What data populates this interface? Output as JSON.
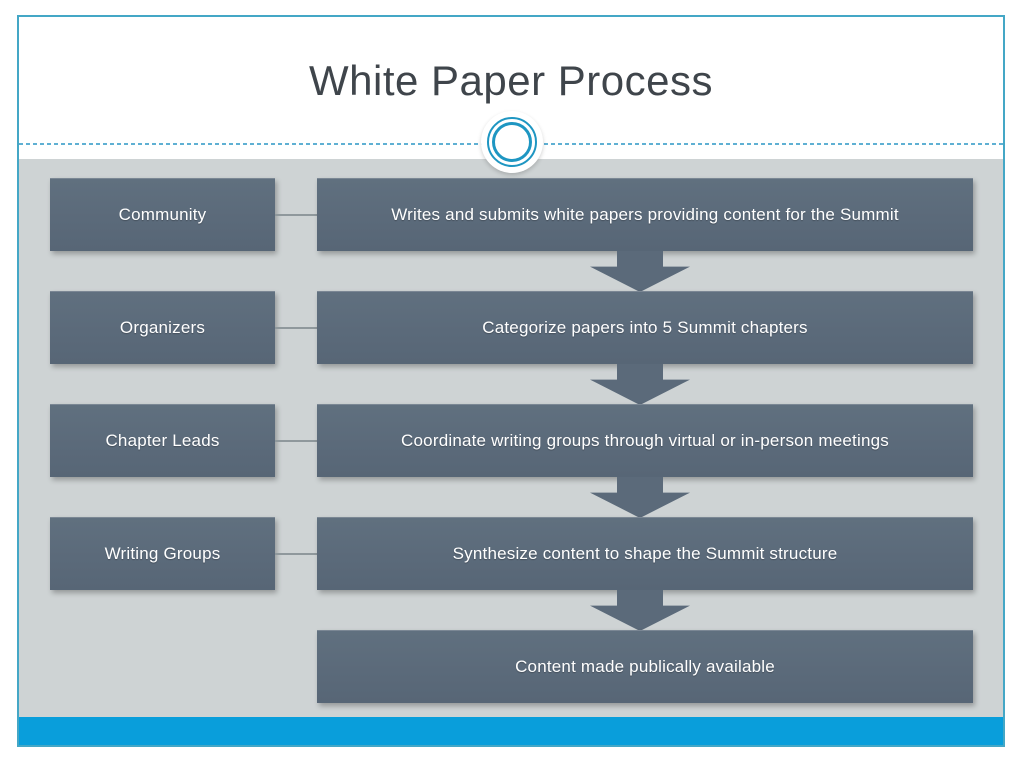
{
  "slide": {
    "title": "White Paper Process"
  },
  "theme": {
    "frame_border_color": "#44a7c6",
    "header_bg": "#ffffff",
    "body_bg": "#ced3d4",
    "footer_bar_color": "#099edb",
    "box_fill": "#5b6a7a",
    "box_text_color": "#ffffff",
    "title_color": "#3f454b",
    "dashed_line_color": "#5fb0d3",
    "ring_color": "#1e96c2",
    "connector_color": "#8f989c"
  },
  "ornament": {
    "name": "double-ring-circle"
  },
  "process": {
    "rows": [
      {
        "actor": "Community",
        "action": "Writes and submits white papers providing content for the Summit"
      },
      {
        "actor": "Organizers",
        "action": "Categorize papers into 5 Summit chapters"
      },
      {
        "actor": "Chapter Leads",
        "action": "Coordinate writing groups through virtual or in-person meetings"
      },
      {
        "actor": "Writing Groups",
        "action": "Synthesize content to shape the Summit structure"
      },
      {
        "actor": null,
        "action": "Content made publically available"
      }
    ]
  }
}
